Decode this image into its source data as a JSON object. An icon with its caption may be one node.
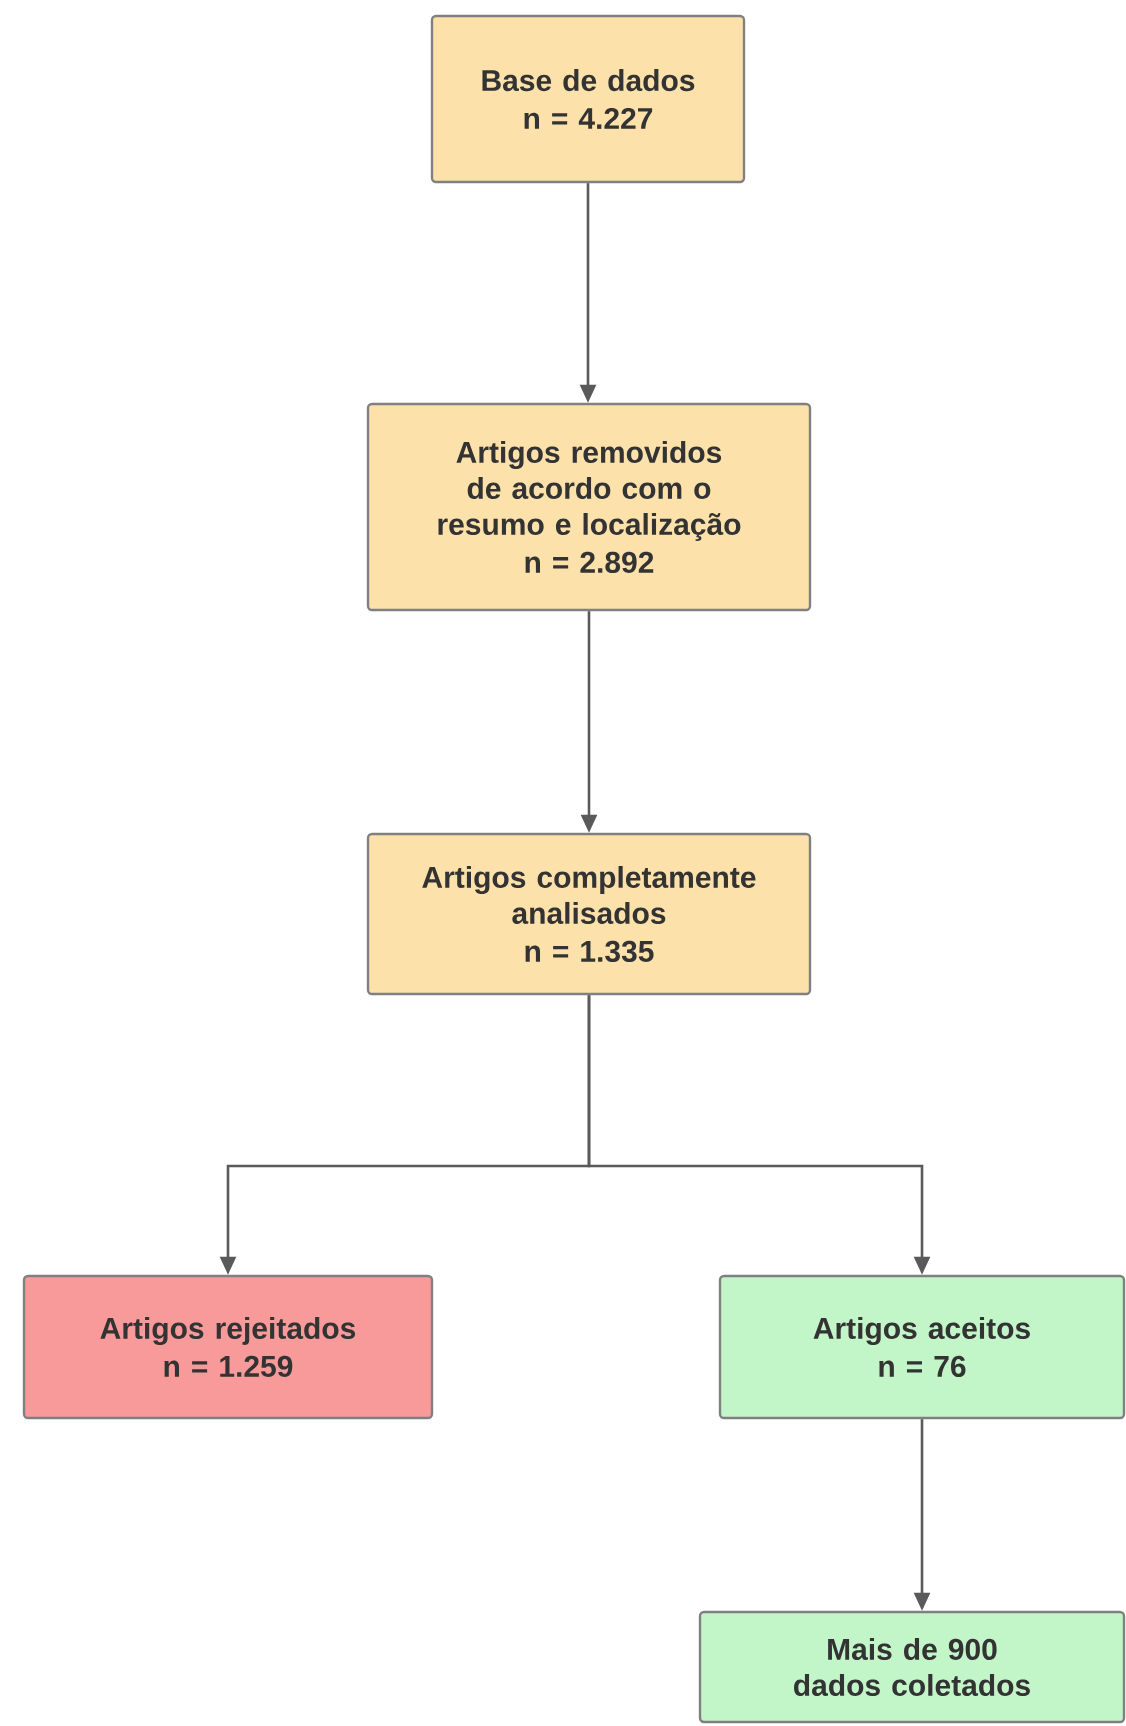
{
  "diagram": {
    "nodes": [
      {
        "text": [
          "Base de dados",
          "n = 4.227"
        ]
      },
      {
        "text": [
          "Artigos removidos de acordo com o resumo e localização",
          "n = 2.892"
        ]
      },
      {
        "text": [
          "Artigos completamente analisados",
          "n = 1.335"
        ]
      },
      {
        "text": [
          "Artigos rejeitados",
          "n = 1.259"
        ]
      },
      {
        "text": [
          "Artigos aceitos",
          "n = 76"
        ]
      },
      {
        "text": [
          "Mais de 900 dados coletados"
        ]
      }
    ],
    "edges": [
      {
        "from": 0,
        "to": 1,
        "arrow": "to"
      },
      {
        "from": 1,
        "to": 2,
        "arrow": "to"
      },
      {
        "from": 2,
        "to": 3,
        "arrow": "to"
      },
      {
        "from": 2,
        "to": 4,
        "arrow": "to"
      },
      {
        "from": 4,
        "to": 5,
        "arrow": "to"
      }
    ]
  }
}
